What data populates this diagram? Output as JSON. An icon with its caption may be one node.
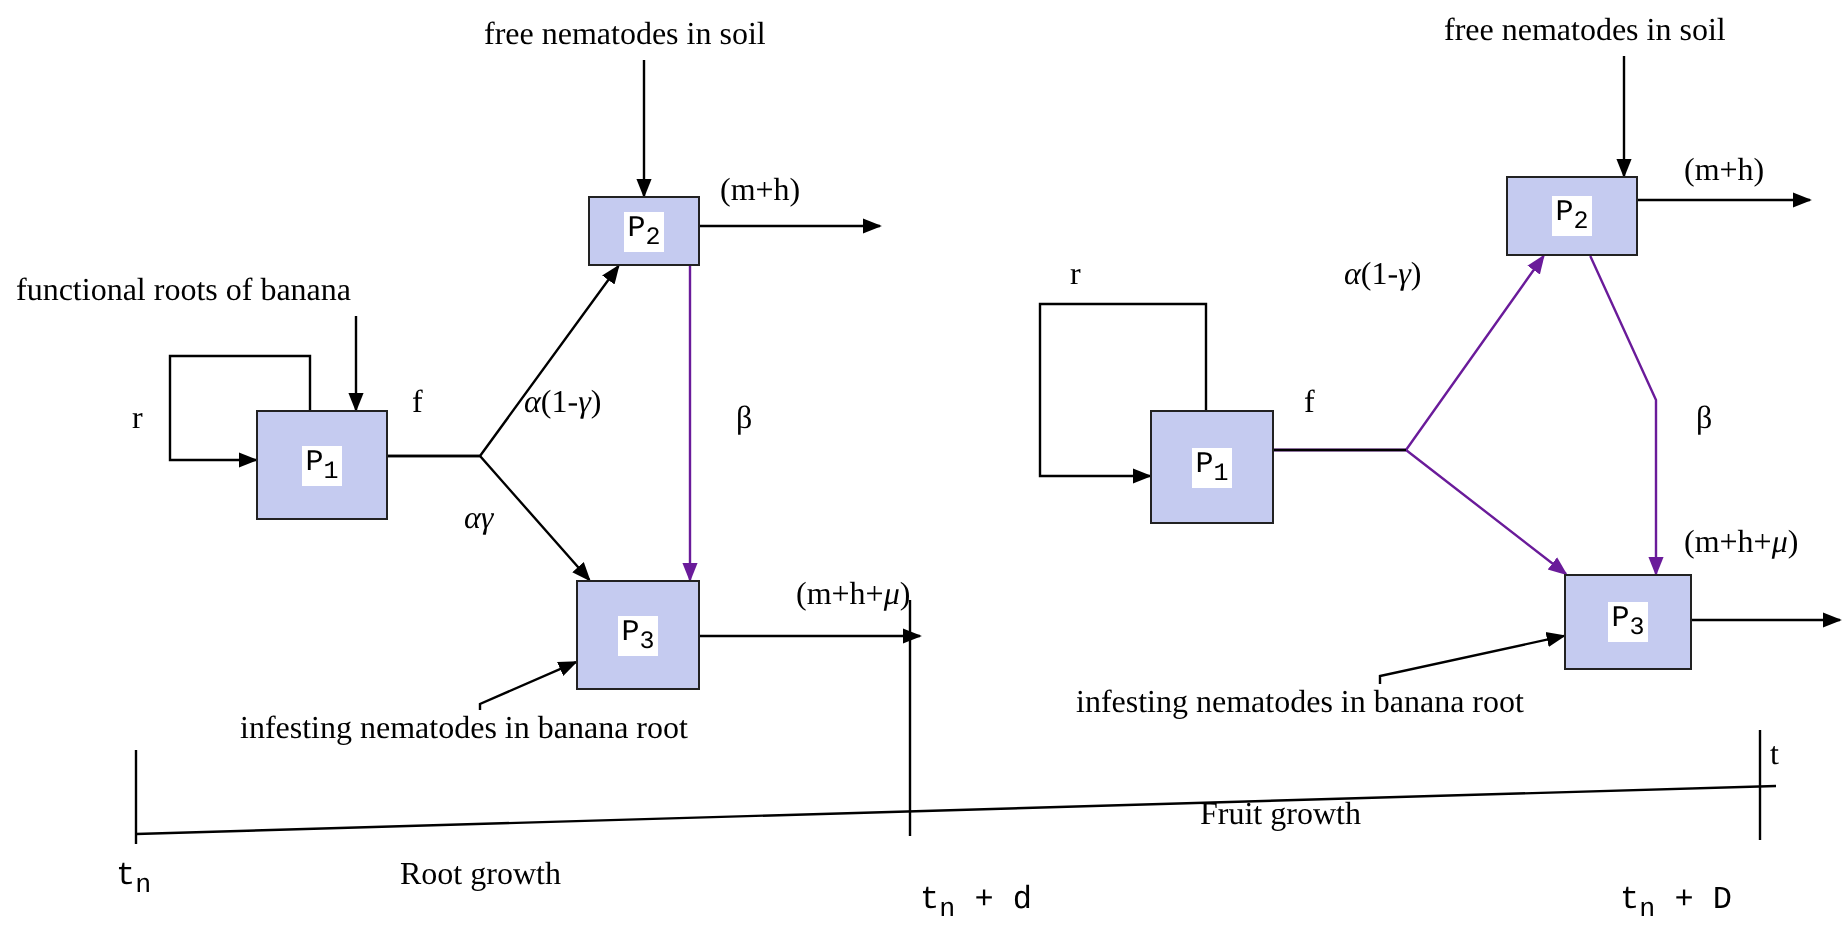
{
  "diagram": {
    "nodes": [
      {
        "text": [
          "free nematodes in soil"
        ]
      },
      {
        "text": [
          "P$_{2}$"
        ]
      },
      {
        "text": [
          "functional roots of banana"
        ]
      },
      {
        "text": [
          "P$_{1}$"
        ]
      },
      {
        "text": [
          "P$_{3}$"
        ]
      },
      {
        "text": [
          "infesting nematodes in banana root"
        ]
      },
      {
        "text": [
          "free nematodes in soil"
        ]
      },
      {
        "text": [
          "P$_{2}$"
        ]
      },
      {
        "text": [
          "P$_{1}$"
        ]
      },
      {
        "text": [
          "P$_{3}$"
        ]
      },
      {
        "text": [
          "infesting nematodes in banana root"
        ]
      }
    ],
    "edges": [
      {
        "from": 0,
        "to": 1,
        "arrow": "to"
      },
      {
        "from": 1,
        "to": null,
        "arrow": "to",
        "label": "(m+h)"
      },
      {
        "from": 2,
        "to": 3,
        "arrow": "to"
      },
      {
        "from": 3,
        "to": 3,
        "arrow": "to",
        "label": "r"
      },
      {
        "from": 3,
        "to": 1,
        "arrow": "to",
        "label": "*α*(1-*γ*)"
      },
      {
        "from": 3,
        "to": 4,
        "arrow": "to",
        "label": "*αγ*"
      },
      {
        "from": 1,
        "to": 4,
        "arrow": "to",
        "label": "β",
        "color": "#6a1b9a"
      },
      {
        "from": 4,
        "to": null,
        "arrow": "to",
        "label": "(m+h+*μ*)"
      },
      {
        "from": 5,
        "to": 4,
        "arrow": "to"
      },
      {
        "from": 6,
        "to": 7,
        "arrow": "to"
      },
      {
        "from": 7,
        "to": null,
        "arrow": "to",
        "label": "(m+h)"
      },
      {
        "from": 8,
        "to": 8,
        "arrow": "to",
        "label": "r"
      },
      {
        "from": 8,
        "to": 7,
        "arrow": "to",
        "label": "*α*(1-*γ*)",
        "color": "#6a1b9a"
      },
      {
        "from": 8,
        "to": 9,
        "arrow": "to",
        "color": "#6a1b9a"
      },
      {
        "from": 7,
        "to": 9,
        "arrow": "to",
        "label": "β",
        "color": "#6a1b9a"
      },
      {
        "from": 9,
        "to": null,
        "arrow": "to",
        "label": "(m+h+*μ*)"
      },
      {
        "from": 10,
        "to": 9,
        "arrow": "to"
      }
    ],
    "labels": [
      "f",
      "f",
      "t",
      "Fruit growth",
      "t$_{n}$",
      "Root growth",
      "t$_{n}$ + d",
      "t$_{n}$ + D"
    ]
  }
}
